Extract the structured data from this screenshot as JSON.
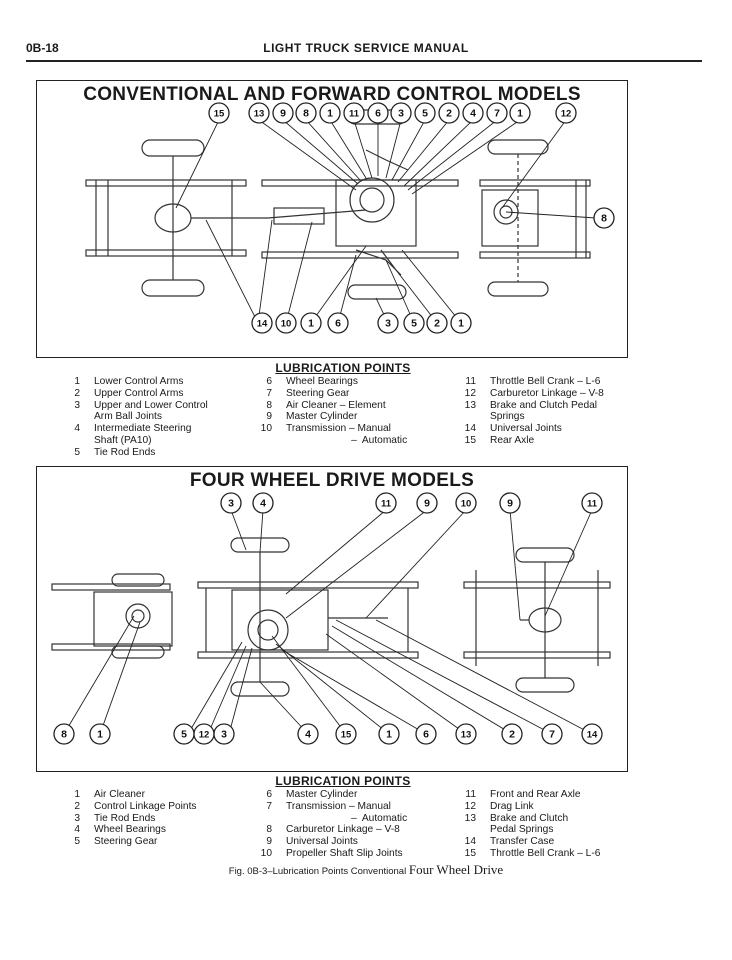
{
  "header": {
    "page_number": "0B-18",
    "title": "LIGHT TRUCK SERVICE MANUAL"
  },
  "top_panel": {
    "title": "CONVENTIONAL AND FORWARD CONTROL MODELS",
    "top_callouts": [
      "15",
      "13",
      "9",
      "8",
      "1",
      "11",
      "6",
      "3",
      "5",
      "2",
      "4",
      "7",
      "1",
      "12"
    ],
    "bottom_callouts": [
      "14",
      "10",
      "1",
      "6",
      "3",
      "5",
      "2",
      "1"
    ],
    "side_callouts": [
      "8"
    ]
  },
  "top_legend": {
    "title": "LUBRICATION POINTS",
    "col1": [
      {
        "n": "1",
        "t": "Lower Control Arms"
      },
      {
        "n": "2",
        "t": "Upper Control Arms"
      },
      {
        "n": "3",
        "t": "Upper and Lower Control"
      },
      {
        "n": "",
        "t": "Arm Ball Joints"
      },
      {
        "n": "4",
        "t": "Intermediate Steering"
      },
      {
        "n": "",
        "t": "Shaft (PA10)"
      },
      {
        "n": "5",
        "t": "Tie Rod Ends"
      }
    ],
    "col2": [
      {
        "n": "6",
        "t": "Wheel Bearings"
      },
      {
        "n": "7",
        "t": "Steering Gear"
      },
      {
        "n": "8",
        "t": "Air Cleaner – Element"
      },
      {
        "n": "9",
        "t": "Master Cylinder"
      },
      {
        "n": "10",
        "t": "Transmission  –  Manual"
      },
      {
        "n": "",
        "t": "                       –  Automatic"
      }
    ],
    "col3": [
      {
        "n": "11",
        "t": "Throttle Bell Crank – L-6"
      },
      {
        "n": "12",
        "t": "Carburetor Linkage – V-8"
      },
      {
        "n": "13",
        "t": "Brake and Clutch Pedal"
      },
      {
        "n": "",
        "t": "Springs"
      },
      {
        "n": "14",
        "t": "Universal Joints"
      },
      {
        "n": "15",
        "t": "Rear Axle"
      }
    ]
  },
  "bottom_panel": {
    "title": "FOUR WHEEL DRIVE MODELS",
    "top_callouts": [
      "3",
      "4",
      "11",
      "9",
      "10",
      "9",
      "11"
    ],
    "bottom_callouts": [
      "8",
      "1",
      "5",
      "12",
      "3",
      "4",
      "15",
      "1",
      "6",
      "13",
      "2",
      "7",
      "14"
    ]
  },
  "bottom_legend": {
    "title": "LUBRICATION POINTS",
    "col1": [
      {
        "n": "1",
        "t": "Air Cleaner"
      },
      {
        "n": "2",
        "t": "Control Linkage Points"
      },
      {
        "n": "3",
        "t": "Tie Rod Ends"
      },
      {
        "n": "4",
        "t": "Wheel Bearings"
      },
      {
        "n": "5",
        "t": "Steering Gear"
      }
    ],
    "col2": [
      {
        "n": "6",
        "t": "Master Cylinder"
      },
      {
        "n": "7",
        "t": "Transmission  –  Manual"
      },
      {
        "n": "",
        "t": "                       –  Automatic"
      },
      {
        "n": "8",
        "t": "Carburetor Linkage – V-8"
      },
      {
        "n": "9",
        "t": "Universal Joints"
      },
      {
        "n": "10",
        "t": "Propeller Shaft Slip Joints"
      }
    ],
    "col3": [
      {
        "n": "11",
        "t": "Front and Rear Axle"
      },
      {
        "n": "12",
        "t": "Drag Link"
      },
      {
        "n": "13",
        "t": "Brake and Clutch"
      },
      {
        "n": "",
        "t": "Pedal Springs"
      },
      {
        "n": "14",
        "t": "Transfer Case"
      },
      {
        "n": "15",
        "t": "Throttle Bell Crank – L-6"
      }
    ]
  },
  "caption": {
    "prefix": "Fig. 0B-3–Lubrication Points Conventional",
    "suffix": "Four Wheel Drive"
  }
}
